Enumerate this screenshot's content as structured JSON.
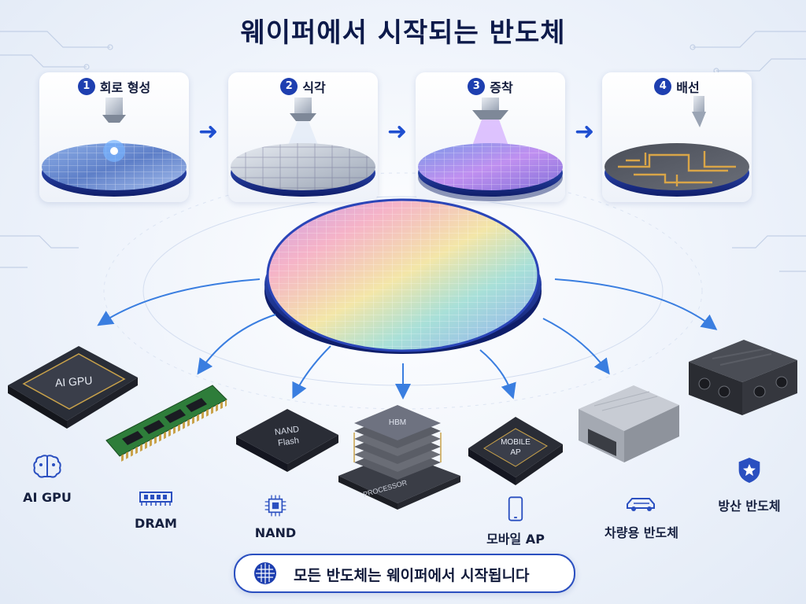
{
  "title": "웨이퍼에서 시작되는 반도체",
  "steps": [
    {
      "num": "1",
      "label": "회로 형성"
    },
    {
      "num": "2",
      "label": "식각"
    },
    {
      "num": "3",
      "label": "증착"
    },
    {
      "num": "4",
      "label": "배선"
    }
  ],
  "chips": {
    "ai_gpu": "AI GPU",
    "nand": "NAND\nFlash",
    "hbm_top": "HBM",
    "hbm_base": "PROCESSOR",
    "mobile_ap": "MOBILE\nAP"
  },
  "products": [
    {
      "label": "AI GPU",
      "icon": "brain-circuit-icon"
    },
    {
      "label": "DRAM",
      "icon": "ram-module-icon"
    },
    {
      "label": "NAND",
      "icon": "chip-icon"
    },
    {
      "label": "모바일 AP",
      "icon": "smartphone-icon"
    },
    {
      "label": "차량용 반도체",
      "icon": "car-icon"
    },
    {
      "label": "방산 반도체",
      "icon": "shield-star-icon"
    }
  ],
  "footer": {
    "text": "모든 반도체는 웨이퍼에서 시작됩니다",
    "icon": "wafer-icon"
  },
  "colors": {
    "accent": "#1e3fb0",
    "arrow": "#3a7ee0",
    "title": "#0d1a4a"
  }
}
